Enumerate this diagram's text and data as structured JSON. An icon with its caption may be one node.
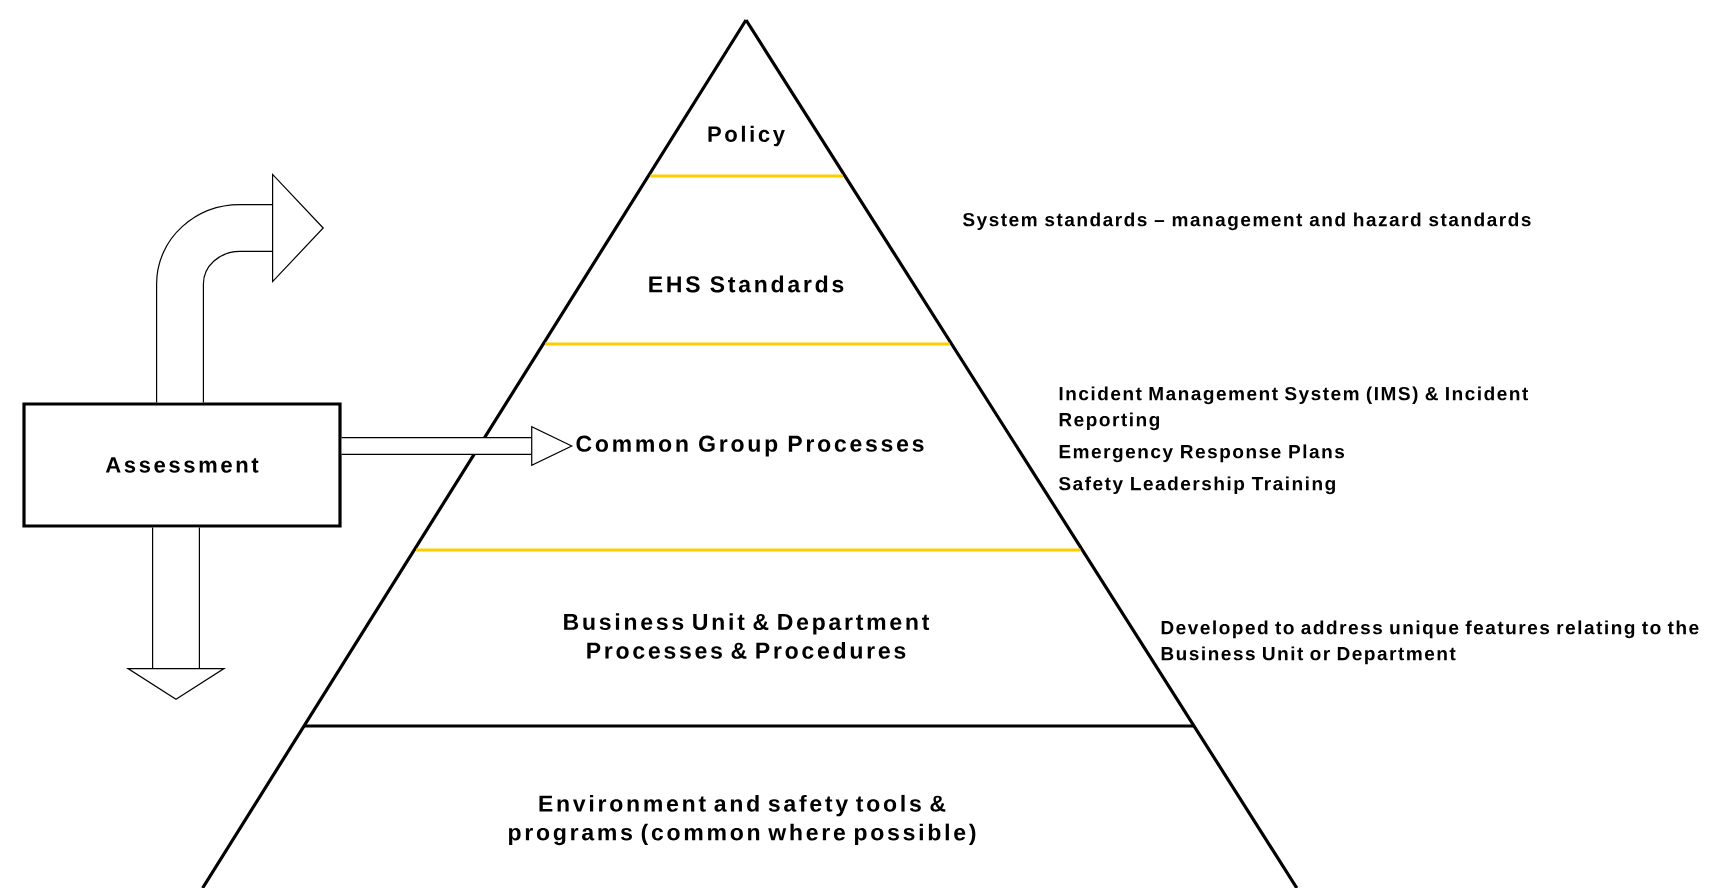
{
  "diagram": {
    "nodes": [
      {
        "text": [
          "Assessment"
        ]
      },
      {
        "text": [
          "Policy"
        ]
      },
      {
        "text": [
          "EHS Standards"
        ]
      },
      {
        "text": [
          "Common Group Processes"
        ],
        "beside": [
          "Incident Management System (IMS) & Incident Reporting",
          "Emergency Response Plans",
          "Safety Leadership Training"
        ]
      },
      {
        "text": [
          "Business Unit & Department Processes & Procedures"
        ]
      },
      {
        "text": [
          "Environment and safety tools & programs (common where possible)"
        ]
      }
    ],
    "edges": [
      {
        "from": 0,
        "to": null,
        "arrow": "to"
      },
      {
        "from": 0,
        "to": 3,
        "arrow": "to"
      },
      {
        "from": 0,
        "to": null,
        "arrow": "to"
      }
    ],
    "labels": [
      "System standards – management and hazard standards",
      "Developed to address unique features relating to the Business Unit or Department"
    ]
  }
}
